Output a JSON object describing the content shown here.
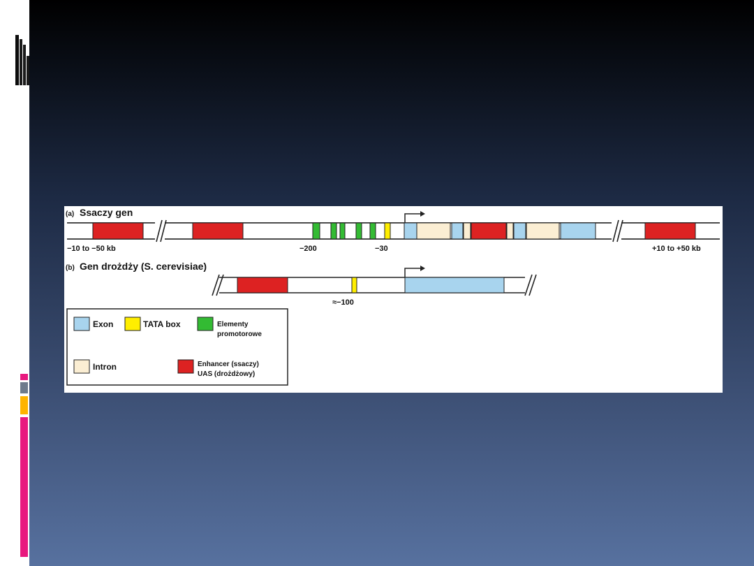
{
  "slide": {
    "title": ""
  },
  "diagram": {
    "panel_a": {
      "tag": "(a)",
      "title": "Ssaczy gen",
      "labels": {
        "left": "−10 to −50 kb",
        "pos200": "−200",
        "pos30": "−30",
        "right": "+10 to +50 kb"
      }
    },
    "panel_b": {
      "tag": "(b)",
      "title": "Gen drożdży (S. cerevisiae)",
      "label": "≈−100"
    },
    "legend": {
      "exon": "Exon",
      "tata": "TATA box",
      "promoter_line1": "Elementy",
      "promoter_line2": "promotorowe",
      "intron": "Intron",
      "enhancer_line1": "Enhancer (ssaczy)",
      "enhancer_line2": "UAS (drożdżowy)"
    },
    "colors": {
      "exon": "#a8d4ee",
      "tata": "#ffee00",
      "promoter": "#33bb33",
      "intron": "#fbeed3",
      "enhancer": "#dd2222"
    }
  }
}
